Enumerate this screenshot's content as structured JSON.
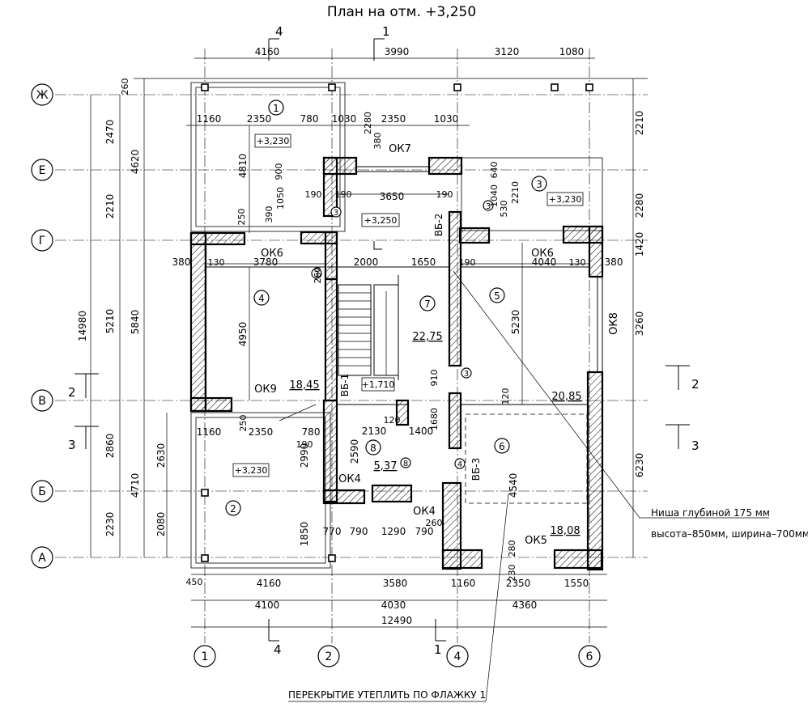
{
  "title": "План на отм. +3,250",
  "axes": {
    "rows": [
      "Ж",
      "Е",
      "Г",
      "В",
      "Б",
      "А"
    ],
    "cols": [
      "1",
      "2",
      "4",
      "6"
    ]
  },
  "sections": {
    "s1": "1",
    "s2": "2",
    "s3": "3",
    "s4": "4"
  },
  "dims": {
    "top1": [
      "4160",
      "3990",
      "3120",
      "1080"
    ],
    "top_inner": [
      "1160",
      "2350",
      "780",
      "1030",
      "2350",
      "1030"
    ],
    "left": [
      "260",
      "2470",
      "2210",
      "5210",
      "2860",
      "2230",
      "4620",
      "5840",
      "4710",
      "14980"
    ],
    "right": [
      "2210",
      "2280",
      "1420",
      "3260",
      "6230"
    ],
    "bottom1": [
      "450",
      "4160",
      "3580",
      "1160",
      "2350",
      "1550"
    ],
    "bottom2": [
      "4100",
      "4030",
      "4360"
    ],
    "bottom_total": "12490",
    "inner": {
      "d3780": "3780",
      "d4040": "4040",
      "d2000": "2000",
      "d1650": "1650",
      "d3650": "3650",
      "d4950": "4950",
      "d5230": "5230",
      "d4810": "4810",
      "d2130": "2130",
      "d1400": "1400",
      "d2990": "2990",
      "d2590": "2590",
      "d2630": "2630",
      "d2080": "2080",
      "d1850": "1850",
      "d4540": "4540",
      "d1680": "1680",
      "d1290": "1290",
      "d790a": "790",
      "d790b": "790",
      "d770": "770",
      "d1160b": "1160",
      "d2350b": "2350",
      "d780b": "780",
      "d380a": "380",
      "d380b": "380",
      "d130a": "130",
      "d130b": "130",
      "d190a": "190",
      "d190b": "190",
      "d190c": "190",
      "d190d": "190",
      "d190e": "190",
      "d250a": "250",
      "d250b": "250",
      "d390": "390",
      "d1050": "1050",
      "d900": "900",
      "d2280": "2280",
      "d380c": "380",
      "d640": "640",
      "d1040": "1040",
      "d2210b": "2210",
      "d530": "530",
      "d120a": "120",
      "d120b": "120",
      "d910": "910",
      "d260": "260",
      "d280": "280",
      "d230": "230",
      "d260b": "260"
    }
  },
  "rooms": [
    {
      "num": "1",
      "area": ""
    },
    {
      "num": "2",
      "area": ""
    },
    {
      "num": "3",
      "area": ""
    },
    {
      "num": "4",
      "area": "18,45"
    },
    {
      "num": "5",
      "area": "20,85"
    },
    {
      "num": "6",
      "area": "18,08"
    },
    {
      "num": "7",
      "area": "22,75"
    },
    {
      "num": "8",
      "area": "5,37"
    }
  ],
  "levels": [
    "+3,230",
    "+3,250",
    "+3,230",
    "+3,230",
    "+1,710"
  ],
  "openings": [
    "ОК7",
    "ОК6",
    "ОК6",
    "ОК8",
    "ОК9",
    "ОК4",
    "ОК4",
    "ОК5"
  ],
  "beams": [
    "ВБ-2",
    "ВБ-1",
    "ВБ-3"
  ],
  "marks": [
    "3",
    "3",
    "3",
    "3",
    "4",
    "8"
  ],
  "notes": {
    "niche1": "Ниша глубиной 175 мм",
    "niche2": "высота–850мм, ширина–700мм",
    "insulation": "ПЕРЕКРЫТИЕ УТЕПЛИТЬ ПО ФЛАЖКУ 1"
  }
}
